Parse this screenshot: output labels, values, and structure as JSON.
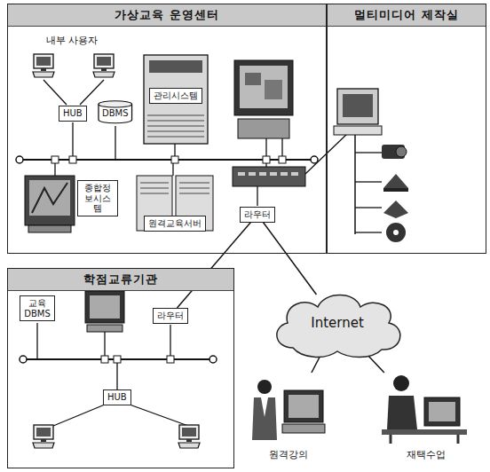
{
  "diagram": {
    "nodes": [
      {
        "text": [
          "가상교육 운영센터"
        ]
      },
      {
        "text": [
          "HUB"
        ],
        "in": 0
      },
      {
        "text": [
          "DBMS"
        ],
        "in": 0
      },
      {
        "text": [
          "관리시스템"
        ],
        "in": 0
      },
      {
        "text": [
          "종합정보시스템"
        ],
        "in": 0
      },
      {
        "text": [
          "원격교육서버"
        ],
        "in": 0
      },
      {
        "text": [
          "라우터"
        ],
        "in": 0
      },
      {
        "text": [
          "멀티미디어 제작실"
        ]
      },
      {
        "text": [
          "학점교류기관"
        ]
      },
      {
        "text": [
          "교육 DBMS"
        ],
        "in": 8
      },
      {
        "text": [
          "라우터"
        ],
        "in": 8
      },
      {
        "text": [
          "HUB"
        ],
        "in": 8
      },
      {
        "text": [
          "Internet"
        ]
      },
      {
        "text": [
          "원격강의"
        ]
      },
      {
        "text": [
          "재택수업"
        ]
      }
    ],
    "edges": [
      {
        "from": 6,
        "to": 10,
        "arrow": "none"
      },
      {
        "from": 6,
        "to": 12,
        "arrow": "none"
      },
      {
        "from": 12,
        "to": 13,
        "arrow": "none"
      },
      {
        "from": 12,
        "to": 14,
        "arrow": "none"
      }
    ],
    "labels": [
      "내부 사용자"
    ]
  }
}
